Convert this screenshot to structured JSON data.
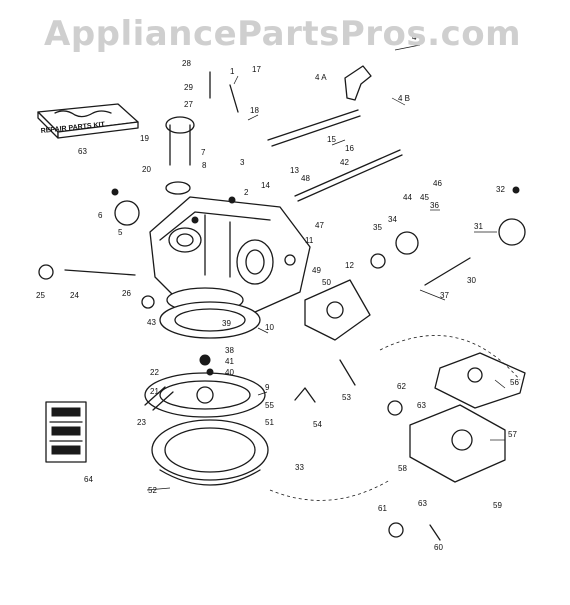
{
  "watermark": "AppliancePartsPros.com",
  "kit_labels": {
    "repair_parts_kit": "REPAIR PARTS KIT",
    "kit_number": "63",
    "gasket_kit_number": "64"
  },
  "part_numbers": [
    "1",
    "2",
    "3",
    "4",
    "4 A",
    "4 B",
    "5",
    "6",
    "7",
    "8",
    "9",
    "10",
    "11",
    "12",
    "13",
    "14",
    "15",
    "16",
    "17",
    "18",
    "19",
    "20",
    "21",
    "22",
    "23",
    "24",
    "25",
    "26",
    "27",
    "28",
    "29",
    "30",
    "31",
    "32",
    "33",
    "34",
    "35",
    "36",
    "37",
    "38",
    "39",
    "40",
    "41",
    "42",
    "43",
    "44",
    "45",
    "46",
    "47",
    "48",
    "49",
    "50",
    "51",
    "52",
    "53",
    "54",
    "55",
    "56",
    "57",
    "58",
    "59",
    "60",
    "61",
    "62",
    "63"
  ]
}
